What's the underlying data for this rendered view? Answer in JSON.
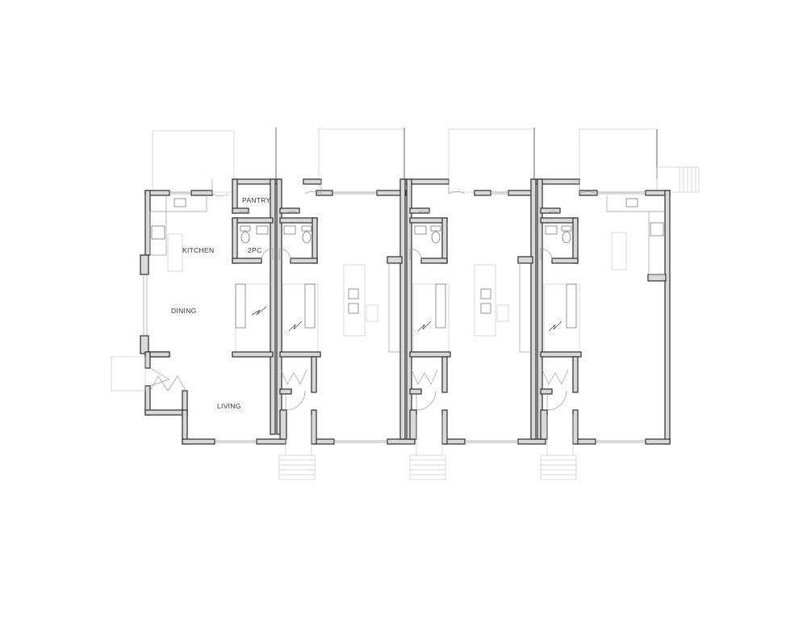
{
  "plan": {
    "rooms": {
      "pantry": "PANTRY",
      "kitchen": "KITCHEN",
      "powder_room": "2PC",
      "dining": "DINING",
      "living": "LIVING"
    },
    "unit_count": 4
  }
}
